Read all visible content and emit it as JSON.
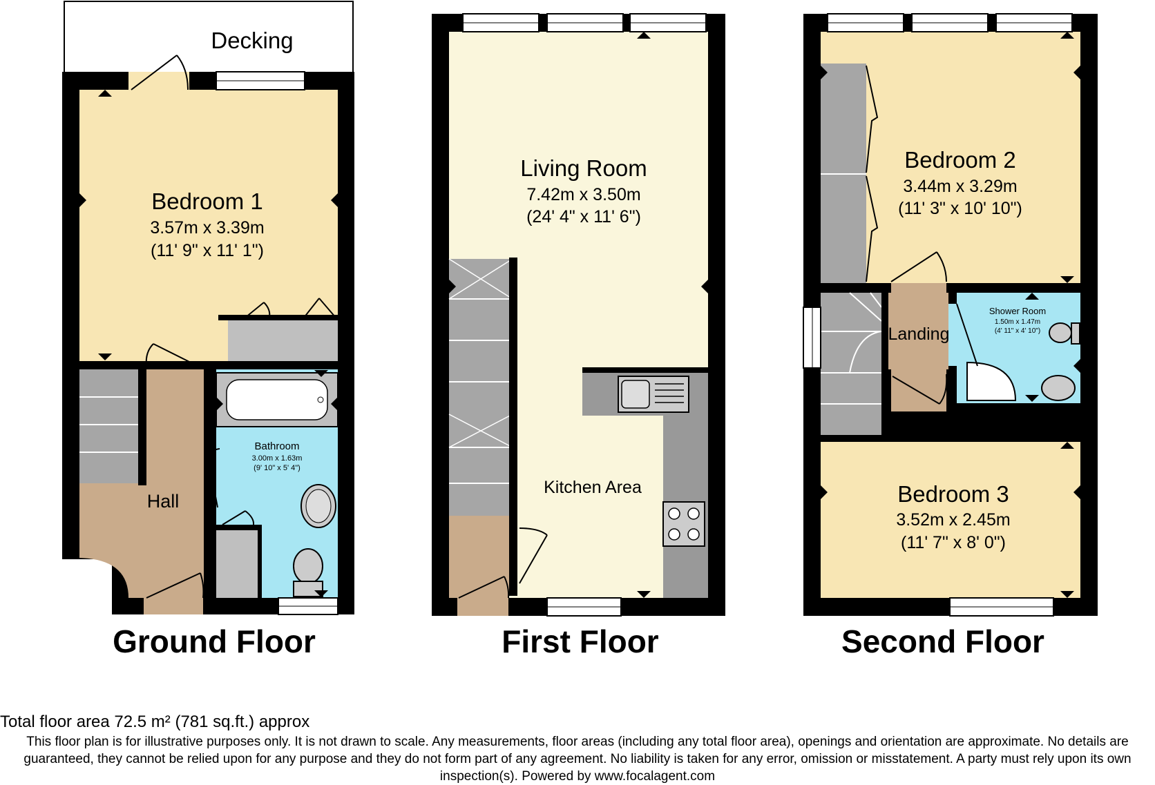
{
  "colors": {
    "wall": "#000000",
    "bedroom": "#f8e6b4",
    "living": "#faf6dc",
    "hall": "#c9ab8b",
    "bathroom": "#a8e6f3",
    "fitted": "#bfbfbf",
    "stairs": "#a6a6a6",
    "counter": "#999999"
  },
  "ground_floor": {
    "title": "Ground Floor",
    "decking": "Decking",
    "bedroom1": {
      "name": "Bedroom 1",
      "metric": "3.57m x 3.39m",
      "imperial": "(11' 9\" x 11' 1\")"
    },
    "hall": "Hall",
    "bathroom": {
      "name": "Bathroom",
      "metric": "3.00m x 1.63m",
      "imperial": "(9' 10\" x 5' 4\")"
    }
  },
  "first_floor": {
    "title": "First Floor",
    "living": {
      "name": "Living Room",
      "metric": "7.42m x 3.50m",
      "imperial": "(24' 4\" x 11' 6\")"
    },
    "kitchen": "Kitchen Area"
  },
  "second_floor": {
    "title": "Second Floor",
    "bedroom2": {
      "name": "Bedroom 2",
      "metric": "3.44m x 3.29m",
      "imperial": "(11' 3\" x 10' 10\")"
    },
    "landing": "Landing",
    "shower": {
      "name": "Shower Room",
      "metric": "1.50m x 1.47m",
      "imperial": "(4' 11\" x 4' 10\")"
    },
    "bedroom3": {
      "name": "Bedroom 3",
      "metric": "3.52m x 2.45m",
      "imperial": "(11' 7\" x 8' 0\")"
    }
  },
  "footer": {
    "total_area": "Total floor area 72.5 m² (781 sq.ft.) approx",
    "disclaimer": "This floor plan is for illustrative purposes only. It is not drawn to scale. Any measurements, floor areas (including any total floor area), openings and orientation are approximate. No details are guaranteed, they cannot be relied upon for any purpose and they do not form part of any agreement. No liability is taken for any error, omission or misstatement. A party must rely upon its own inspection(s). Powered by www.focalagent.com"
  }
}
